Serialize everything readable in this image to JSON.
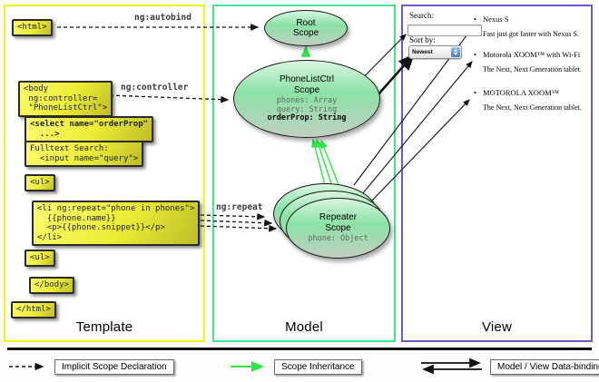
{
  "colors": {
    "template_border": "#f3f312",
    "model_border": "#3fe592",
    "view_border": "#6a5ad6",
    "arrow_green": "#2ce649",
    "arrow_black": "#111111",
    "box_yellow": "#ecec36",
    "scope_green": "#8ce2a6"
  },
  "columns": {
    "template": {
      "label": "Template"
    },
    "model": {
      "label": "Model"
    },
    "view": {
      "label": "View"
    }
  },
  "template": {
    "annotations": {
      "autobind": "ng:autobind",
      "controller": "ng:controller",
      "repeat": "ng:repeat"
    },
    "boxes": {
      "html_open": "<html>",
      "body_open": "<body\n ng:controller=\n \"PhoneListCtrl\">",
      "select": "<select name=\"orderProp\"\n  ...>",
      "fulltext": "Fulltext Search:\n  <input name=\"query\">",
      "ul_open": "<ul>",
      "li_repeat": "<li ng:repeat=\"phone in phones\">\n  {{phone.name}}\n  <p>{{phone.snippet}}</p>\n</li>",
      "ul_close": "<ul>",
      "body_close": "</body>",
      "html_close": "</html>"
    }
  },
  "model": {
    "root_scope": {
      "title": "Root\nScope"
    },
    "phonelist_scope": {
      "title": "PhoneListCtrl\nScope",
      "props": [
        {
          "text": "phones: Array"
        },
        {
          "text": "query: String"
        },
        {
          "text": "orderProp: String"
        }
      ]
    },
    "repeater_scope": {
      "title": "Repeater\nScope",
      "prop": "phone: Object"
    }
  },
  "view": {
    "search_label": "Search:",
    "search_value": "",
    "sort_label": "Sort by:",
    "sort_value": "Newest",
    "bullet": "•",
    "phones": [
      {
        "name": "Nexus S",
        "snippet": "Fast just got faster with Nexus S."
      },
      {
        "name": "Motorola XOOM™  with Wi-Fi",
        "snippet": "The Next, Next Generation tablet."
      },
      {
        "name": "MOTOROLA XOOM™",
        "snippet": "The Next, Next Generation tablet."
      }
    ]
  },
  "legend": {
    "implicit": "Implicit Scope Declaration",
    "inheritance": "Scope Inheritance",
    "databinding": "Model / View Data-binding"
  }
}
